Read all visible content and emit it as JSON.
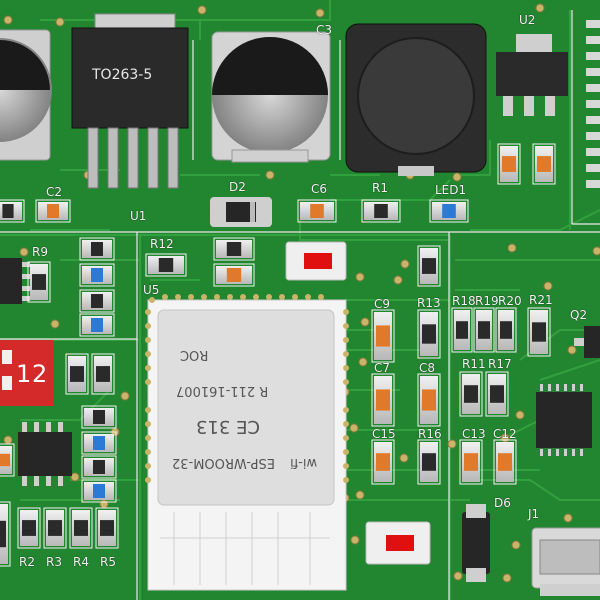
{
  "board": {
    "colors": {
      "pcb": "#22852f",
      "trace": "#2f9a3a",
      "silk": "#f5f5f5",
      "pad": "#d8d8d8",
      "dip_switch": "#d42a2a",
      "button": "#e01010",
      "led": "#2b7bd6"
    },
    "icons": [
      "smd-resistor",
      "smd-capacitor",
      "electrolytic-capacitor",
      "power-inductor",
      "to263-regulator",
      "sot223-regulator",
      "soic8-chip",
      "qfn-chip",
      "tactile-button",
      "dip-switch",
      "usb-connector",
      "esp-wroom-module"
    ]
  },
  "packages": {
    "to263": "TO263-5"
  },
  "labels": {
    "c3": "C3",
    "u2": "U2",
    "c2": "C2",
    "u1": "U1",
    "d2": "D2",
    "c6": "C6",
    "r1": "R1",
    "led1": "LED1",
    "r9": "R9",
    "r12": "R12",
    "u5": "U5",
    "c9": "C9",
    "r13": "R13",
    "r18": "R18",
    "r19": "R19",
    "r20": "R20",
    "r21": "R21",
    "q2": "Q2",
    "c7": "C7",
    "c8": "C8",
    "r11": "R11",
    "r17": "R17",
    "c15": "C15",
    "r16": "R16",
    "c13": "C13",
    "c12": "C12",
    "d6": "D6",
    "j1": "J1",
    "r2": "R2",
    "r3": "R3",
    "r4": "R4",
    "r5": "R5"
  },
  "dip_switch": {
    "numbers": [
      "1",
      "2"
    ]
  },
  "module": {
    "line1": "ESP-WROOM-32",
    "line2": "CE 313",
    "line3": "R 211-161007",
    "line4": "ROC",
    "line5": "wi-fi"
  }
}
